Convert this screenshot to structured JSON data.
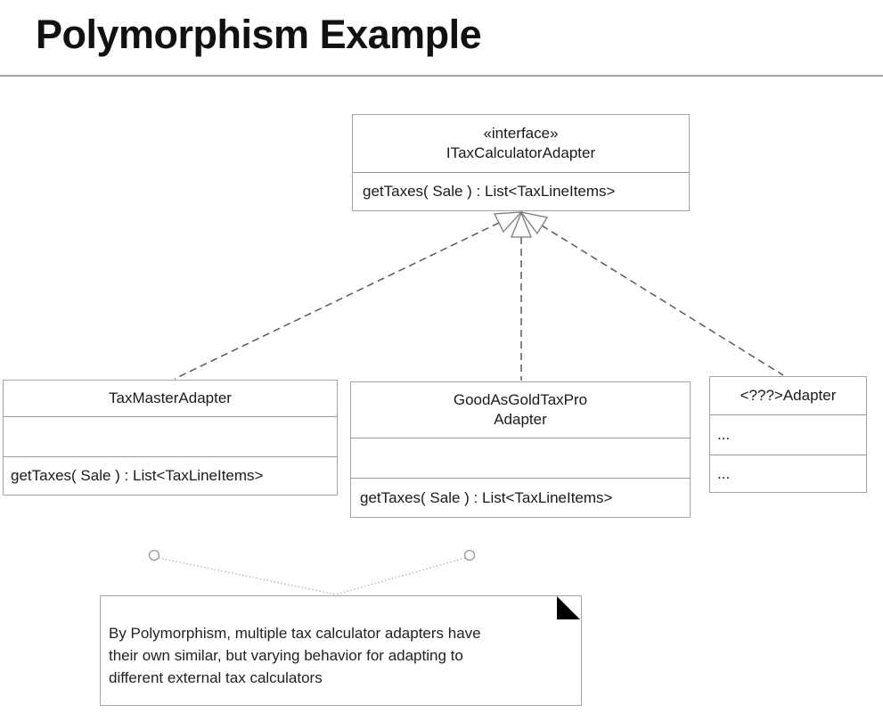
{
  "title": "Polymorphism Example",
  "diagram": {
    "interface": {
      "stereotype": "«interface»",
      "name": "ITaxCalculatorAdapter",
      "method": "getTaxes( Sale ) : List<TaxLineItems>"
    },
    "classes": [
      {
        "name": "TaxMasterAdapter",
        "attributes": "",
        "method": "getTaxes( Sale ) : List<TaxLineItems>"
      },
      {
        "name_line1": "GoodAsGoldTaxPro",
        "name_line2": "Adapter",
        "attributes": "",
        "method": "getTaxes( Sale ) : List<TaxLineItems>"
      },
      {
        "name": "<???>Adapter",
        "attributes": "...",
        "method": "..."
      }
    ],
    "relationship": "realization",
    "note_lines": [
      "By Polymorphism, multiple tax calculator adapters have",
      "their own similar, but varying behavior for adapting to",
      "different external tax calculators"
    ]
  },
  "colors": {
    "connector": "#5a5a5a",
    "triangle_stroke": "#7a7a7a",
    "triangle_fill": "#ffffff",
    "note_connector": "#ababab",
    "circle_stroke": "#999999",
    "fold": "#000000",
    "box_border": "#a6a6a6",
    "rule": "#a3a3a3",
    "text": "#1a1a1a"
  }
}
